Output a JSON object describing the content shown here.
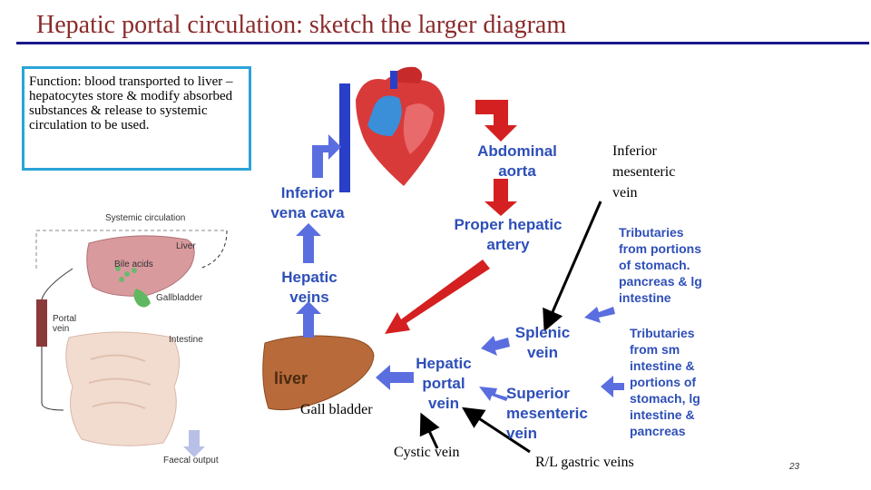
{
  "title": "Hepatic portal circulation: sketch the larger diagram",
  "function_text": "Function:  blood transported to liver – hepatocytes store & modify absorbed substances & release to systemic circulation to be used.",
  "labels": {
    "inferior_vena_cava": "Inferior\nvena cava",
    "abdominal_aorta": "Abdominal\naorta",
    "proper_hepatic_artery": "Proper hepatic\nartery",
    "hepatic_veins": "Hepatic\nveins",
    "liver": "liver",
    "hepatic_portal_vein": "Hepatic\nportal\nvein",
    "splenic_vein": "Splenic\nvein",
    "superior_mesenteric_vein": "Superior\nmesenteric\nvein",
    "tributaries_stomach": "Tributaries\nfrom portions\nof stomach.\npancreas & lg\nintestine",
    "tributaries_intestine": "Tributaries\nfrom sm\nintestine &\nportions of\nstomach, lg\nintestine &\npancreas"
  },
  "annotations": {
    "inferior_mesenteric_vein": "Inferior\nmesenteric\nvein",
    "gall_bladder": "Gall bladder",
    "cystic_vein": "Cystic vein",
    "gastric_veins": "R/L gastric veins"
  },
  "inset": {
    "systemic_circulation": "Systemic circulation",
    "liver": "Liver",
    "bile_acids": "Bile acids",
    "gallbladder": "Gallbladder",
    "portal_vein": "Portal\nvein",
    "intestine": "Intestine",
    "faecal_output": "Faecal output"
  },
  "page_number": "23",
  "colors": {
    "title": "#8B2A2A",
    "label_blue": "#2E4FB8",
    "arrow_blue": "#5A6EE0",
    "arrow_red": "#D42020",
    "box_border": "#2AA4D8",
    "rule": "#1a1a8c"
  }
}
